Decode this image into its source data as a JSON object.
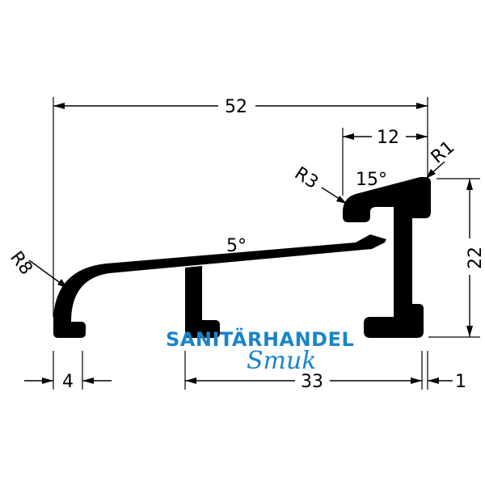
{
  "dimensions": {
    "overall_width": "52",
    "lip_width": "12",
    "height": "22",
    "foot_width": "4",
    "base_span": "33",
    "end_thickness": "1",
    "radius_large": "R8",
    "radius_mid": "R3",
    "radius_small": "R1",
    "slope_angle": "5°",
    "lip_angle": "15°"
  },
  "watermark": {
    "line1": "SANITÄRHANDEL",
    "line2": "Smuk"
  },
  "colors": {
    "profile": "#000000",
    "watermark": "#1b84c9"
  }
}
